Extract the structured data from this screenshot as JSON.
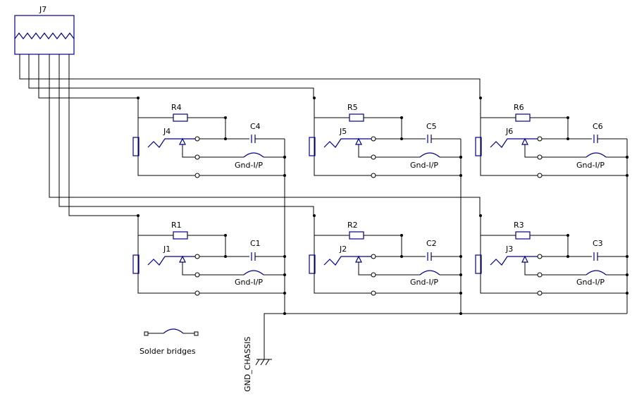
{
  "connector": {
    "ref": "J7"
  },
  "channels": [
    {
      "jack": "J4",
      "resistor": "R4",
      "capacitor": "C4",
      "bridge": "Gnd-I/P"
    },
    {
      "jack": "J5",
      "resistor": "R5",
      "capacitor": "C5",
      "bridge": "Gnd-I/P"
    },
    {
      "jack": "J6",
      "resistor": "R6",
      "capacitor": "C6",
      "bridge": "Gnd-I/P"
    },
    {
      "jack": "J1",
      "resistor": "R1",
      "capacitor": "C1",
      "bridge": "Gnd-I/P"
    },
    {
      "jack": "J2",
      "resistor": "R2",
      "capacitor": "C2",
      "bridge": "Gnd-I/P"
    },
    {
      "jack": "J3",
      "resistor": "R3",
      "capacitor": "C3",
      "bridge": "Gnd-I/P"
    }
  ],
  "legend": {
    "label": "Solder bridges"
  },
  "ground": {
    "label": "GND_CHASSIS"
  },
  "colors": {
    "wire": "#000000",
    "component": "#00008b"
  }
}
